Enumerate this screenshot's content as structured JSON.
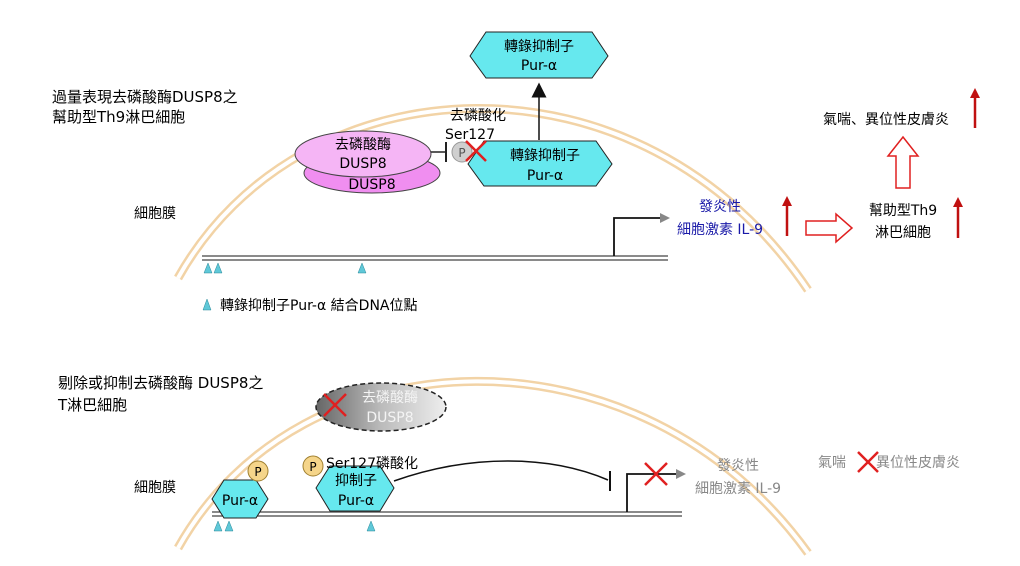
{
  "top": {
    "cell_label": [
      "過量表現去磷酸酶DUSP8之",
      "幫助型Th9淋巴細胞"
    ],
    "membrane_label": "細胞膜",
    "repressor_top": [
      "轉錄抑制子",
      "Pur-α"
    ],
    "dephosphorylation": "去磷酸化",
    "ser": "Ser127",
    "phosphate": "P",
    "dusp8_front": [
      "去磷酸酶",
      "DUSP8"
    ],
    "dusp8_back": "DUSP8",
    "repressor_bound": [
      "轉錄抑制子",
      "Pur-α"
    ],
    "cytokine": [
      "發炎性",
      "細胞激素 IL-9"
    ],
    "th9": [
      "幫助型Th9",
      "淋巴細胞"
    ],
    "disease": "氣喘、異位性皮膚炎",
    "legend": "轉錄抑制子Pur-α 結合DNA位點"
  },
  "bottom": {
    "cell_label": [
      "剔除或抑制去磷酸酶 DUSP8之",
      "T淋巴細胞"
    ],
    "membrane_label": "細胞膜",
    "dusp8": [
      "去磷酸酶",
      "DUSP8"
    ],
    "phosphate": "P",
    "pur_left": "Pur-α",
    "ser_phos": "Ser127磷酸化",
    "repressor": [
      "抑制子",
      "Pur-α"
    ],
    "cytokine": [
      "發炎性",
      "細胞激素 IL-9"
    ],
    "disease_a": "氣喘",
    "disease_b": "異位性皮膚炎"
  },
  "colors": {
    "membrane": "#f2d3a6",
    "cyan": "#66e8ee",
    "pink": "#f08ef0",
    "red": "#e02020",
    "blue_text": "#1a1aa8",
    "gray_text": "#888888"
  }
}
